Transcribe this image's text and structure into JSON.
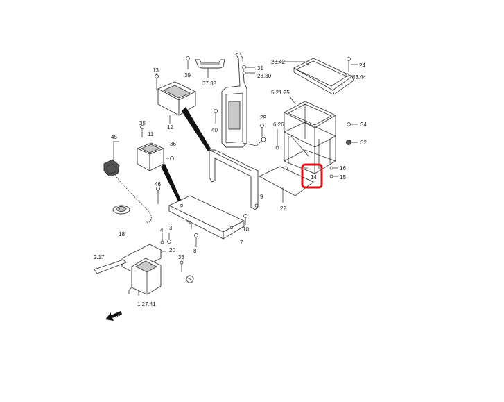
{
  "diagram": {
    "highlight_color": "#d9141b",
    "callouts": {
      "c13": "13",
      "c39": "39",
      "c37_38": "37.38",
      "c31": "31",
      "c28_30": "28.30",
      "c23_42": "23.42",
      "c24": "24",
      "c43_44": "43.44",
      "c5_21_25": "5.21.25",
      "c12": "12",
      "c40": "40",
      "c29": "29",
      "c6_26": "6.26",
      "c34": "34",
      "c32": "32",
      "c35": "35",
      "c11": "11",
      "c36": "36",
      "c45": "45",
      "c14": "14",
      "c16": "16",
      "c15": "15",
      "c46": "46",
      "c9": "9",
      "c22": "22",
      "c18": "18",
      "c10": "10",
      "c4": "4",
      "c3": "3",
      "c7": "7",
      "c20": "20",
      "c8": "8",
      "c2_17": "2.17",
      "c33": "33",
      "c1_27_41": "1.27.41"
    },
    "arrow_label": "OH"
  }
}
